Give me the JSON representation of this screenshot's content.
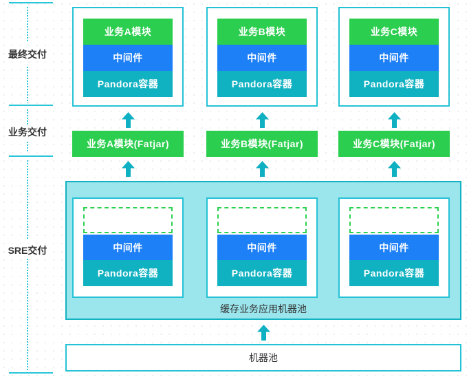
{
  "left_rail": {
    "final_label": "最终交付",
    "business_label": "业务交付",
    "sre_label": "SRE交付"
  },
  "final_row": {
    "stacks": [
      {
        "module": "业务A模块",
        "middleware": "中间件",
        "container": "Pandora容器"
      },
      {
        "module": "业务B模块",
        "middleware": "中间件",
        "container": "Pandora容器"
      },
      {
        "module": "业务C模块",
        "middleware": "中间件",
        "container": "Pandora容器"
      }
    ]
  },
  "business_row": {
    "fatjars": [
      {
        "label": "业务A模块(Fatjar)"
      },
      {
        "label": "业务B模块(Fatjar)"
      },
      {
        "label": "业务C模块(Fatjar)"
      }
    ]
  },
  "sre_row": {
    "pool_label": "缓存业务应用机器池",
    "nodes": [
      {
        "middleware": "中间件",
        "container": "Pandora容器"
      },
      {
        "middleware": "中间件",
        "container": "Pandora容器"
      },
      {
        "middleware": "中间件",
        "container": "Pandora容器"
      }
    ]
  },
  "machine_pool": {
    "label": "机器池"
  },
  "icons": {
    "up_arrow": "up-arrow-icon"
  },
  "colors": {
    "green": "#2bce4e",
    "blue": "#1e80f7",
    "teal": "#10b1c1",
    "cyan_border": "#25c2d6",
    "cyan_line": "#29c5d8",
    "arrow": "#0fb0c2",
    "pool_fill": "#9be5ec",
    "pool_border": "#12b2c2",
    "dashed_green": "#2bd150",
    "text_dark": "#333333",
    "text_light": "#ffffff"
  }
}
